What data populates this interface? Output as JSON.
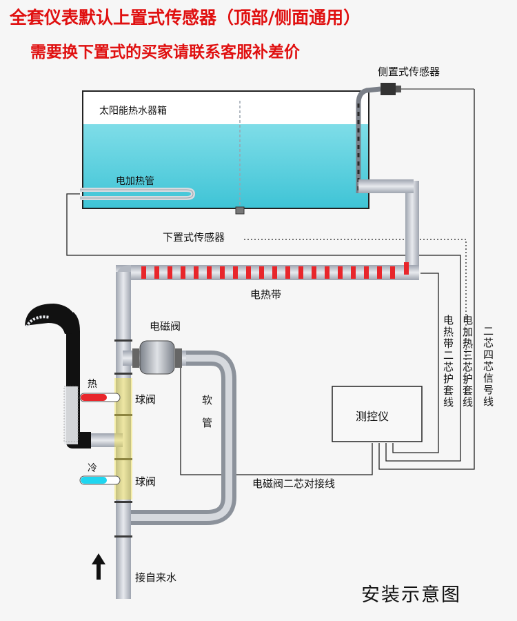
{
  "header": {
    "line1": "全套仪表默认上置式传感器（顶部/侧面通用）",
    "line2": "需要换下置式的买家请联系客服补差价"
  },
  "labels": {
    "side_sensor": "侧置式传感器",
    "tank": "太阳能热水器箱",
    "heater_tube": "电加热管",
    "bottom_sensor": "下置式传感器",
    "heat_tape": "电热带",
    "solenoid": "电磁阀",
    "hot": "热",
    "ball_valve_1": "球阀",
    "cold": "冷",
    "ball_valve_2": "球阀",
    "hose": "软管",
    "controller": "测控仪",
    "wire_heat_tape": "电热带二芯护套线",
    "wire_heater": "电加热三芯护套线",
    "wire_signal": "二芯四芯信号线",
    "wire_solenoid": "电磁阀二芯对接线",
    "water_inlet": "接自来水",
    "title": "安装示意图"
  },
  "colors": {
    "header_red": "#e01010",
    "water": "#5fd3e0",
    "pipe": "#c9cdd6",
    "heat_tape": "#e8262b",
    "hot_red": "#e8262b",
    "cold_cyan": "#1fd6f0",
    "line": "#222222"
  }
}
